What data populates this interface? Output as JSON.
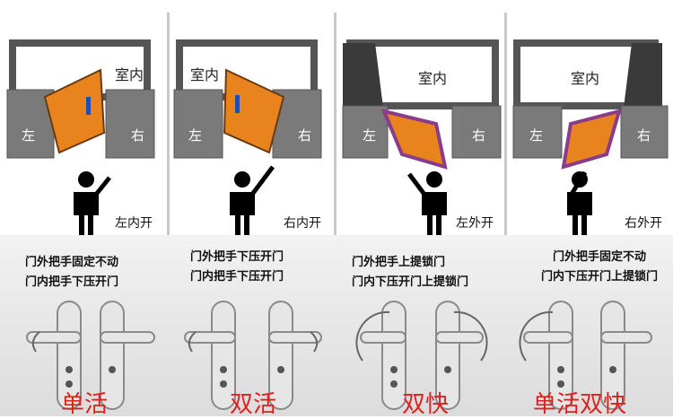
{
  "door_types": [
    {
      "room": "室内",
      "left": "左",
      "right": "右",
      "label": "左内开"
    },
    {
      "room": "室内",
      "left": "左",
      "right": "右",
      "label": "右内开"
    },
    {
      "room": "室内",
      "left": "左",
      "right": "右",
      "label": "左外开"
    },
    {
      "room": "室内",
      "left": "左",
      "right": "右",
      "label": "右外开"
    }
  ],
  "handle_types": [
    {
      "line1": "门外把手固定不动",
      "line2": "门内把手下压开门",
      "mode": "单活"
    },
    {
      "line1": "门外把手下压开门",
      "line2": "门内把手下压开门",
      "mode": "双活"
    },
    {
      "line1": "门外把手上提锁门",
      "line2": "门内下压开门上提锁门",
      "mode": "双快"
    },
    {
      "line1": "门外把手固定不动",
      "line2": "门内下压开门上提锁门",
      "mode": "单活双快"
    }
  ],
  "colors": {
    "door": "#e8831e",
    "wall": "#6e6e6e",
    "purple": "#8a3c8c",
    "red": "#e0201a"
  }
}
